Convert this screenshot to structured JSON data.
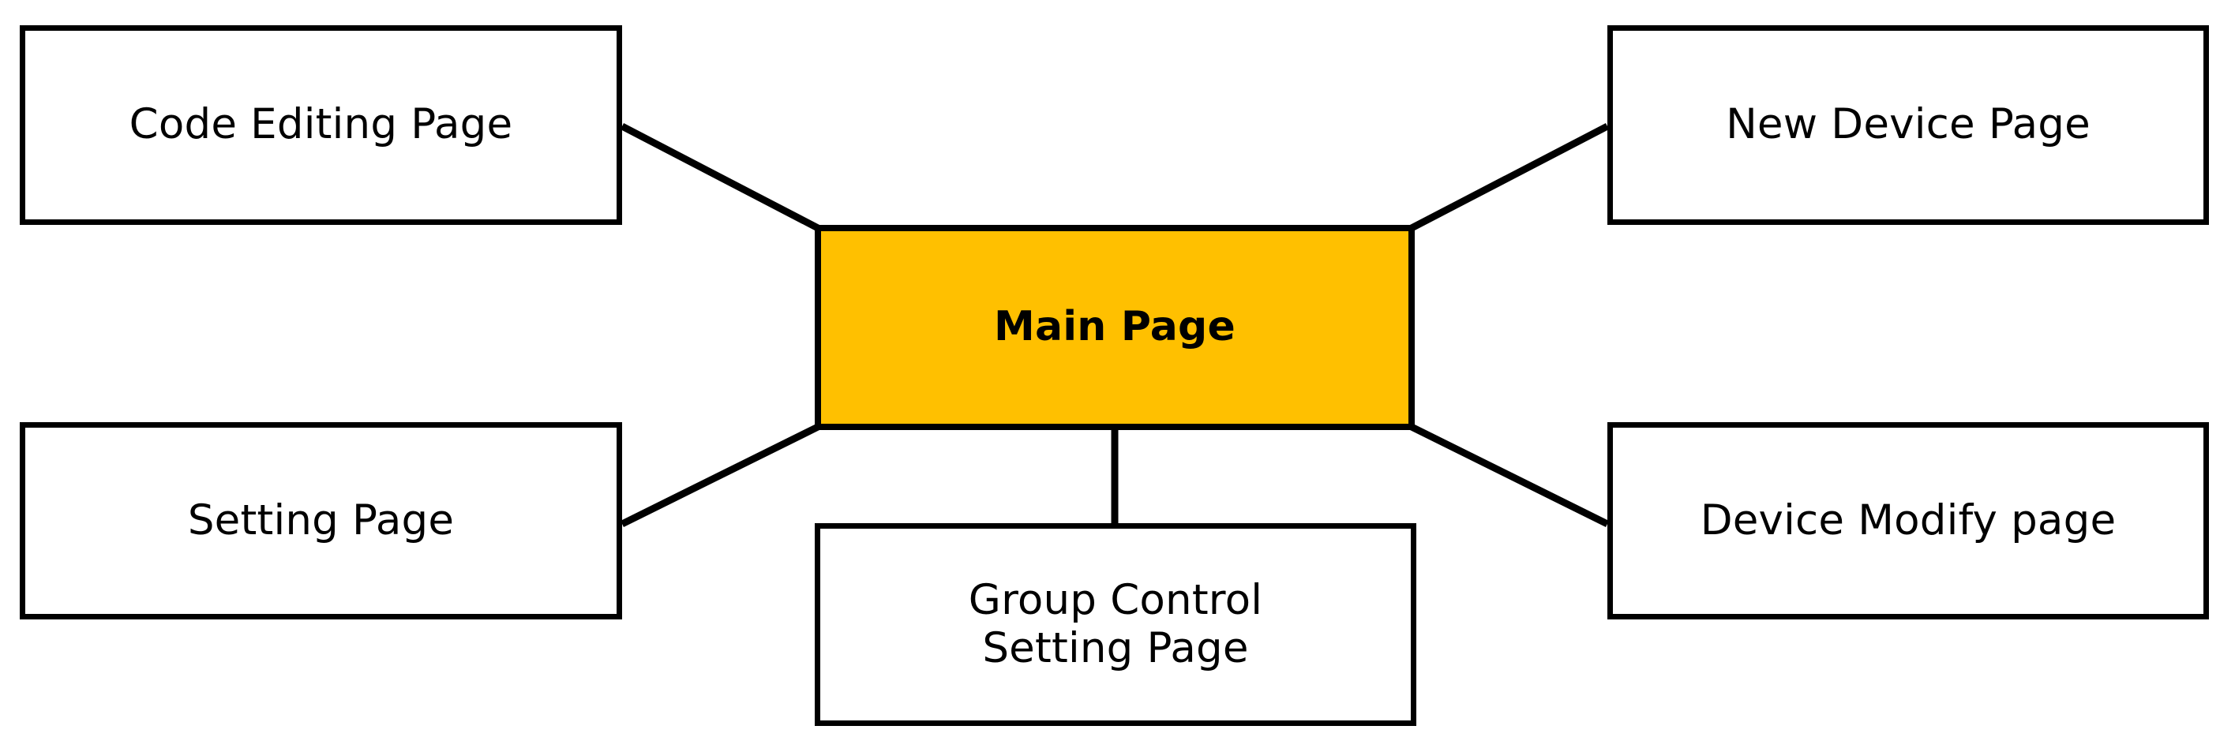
{
  "diagram": {
    "type": "node-link-diagram",
    "background_color": "#FFFFFF",
    "border_color": "#000000",
    "primary_fill_color": "#FFC000",
    "text_color": "#000000",
    "nodes": [
      {
        "id": "code-editing",
        "label": "Code Editing Page",
        "role": "secondary",
        "position": "top-left"
      },
      {
        "id": "new-device",
        "label": "New Device Page",
        "role": "secondary",
        "position": "top-right"
      },
      {
        "id": "main",
        "label": "Main Page",
        "role": "primary",
        "position": "center",
        "fill": "#FFC000",
        "bold": true
      },
      {
        "id": "setting",
        "label": "Setting Page",
        "role": "secondary",
        "position": "bottom-left"
      },
      {
        "id": "device-modify",
        "label": "Device Modify page",
        "role": "secondary",
        "position": "bottom-right"
      },
      {
        "id": "group-control",
        "label": "Group Control\nSetting Page",
        "role": "secondary",
        "position": "bottom-center"
      }
    ],
    "edges": [
      {
        "id": "edge-main-code-editing",
        "from": "main",
        "to": "code-editing",
        "style": "solid"
      },
      {
        "id": "edge-main-new-device",
        "from": "main",
        "to": "new-device",
        "style": "solid"
      },
      {
        "id": "edge-main-setting",
        "from": "main",
        "to": "setting",
        "style": "solid"
      },
      {
        "id": "edge-main-device-modify",
        "from": "main",
        "to": "device-modify",
        "style": "solid"
      },
      {
        "id": "edge-main-group-control",
        "from": "main",
        "to": "group-control",
        "style": "solid"
      }
    ]
  }
}
